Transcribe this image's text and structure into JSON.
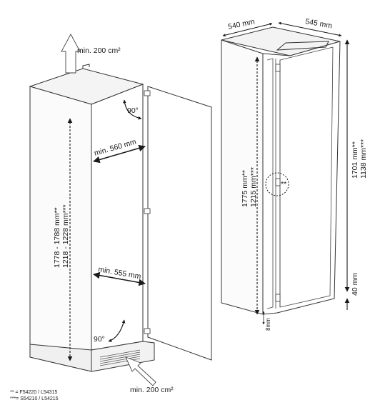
{
  "left_unit": {
    "vent_top_label": "min. 200 cm²",
    "vent_bottom_label": "min. 200 cm²",
    "angle_top": "90°",
    "angle_bottom": "90°",
    "width_top": "min. 560 mm",
    "width_bottom": "min. 555 mm",
    "height_line1": "1778 - 1788 mm**",
    "height_line2": "1218 - 1228 mm***"
  },
  "right_unit": {
    "width_label": "540 mm",
    "depth_label": "545 mm",
    "height_left_line1": "1775 mm**",
    "height_left_line2": "1215 mm***",
    "height_right_line1": "1701 mm**",
    "height_right_line2": "1138 mm***",
    "detail_marker": "**",
    "bottom_gap": "40 mm",
    "foot_gap": "8mm"
  },
  "legend": {
    "line1": "** = F54220 / L54315",
    "line2": "***= S54210 / L54215"
  }
}
